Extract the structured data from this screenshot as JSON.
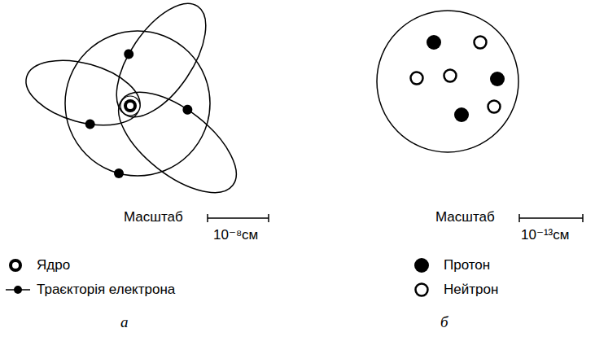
{
  "diagram": {
    "labels": [
      "Масштаб",
      "10⁻⁸см",
      "Масштаб",
      "10⁻¹³см",
      "а",
      "б"
    ],
    "legend": [
      {
        "text": "Ядро"
      },
      {
        "text": "Траєкторія електрона"
      },
      {
        "text": "Протон"
      },
      {
        "text": "Нейтрон"
      }
    ]
  }
}
